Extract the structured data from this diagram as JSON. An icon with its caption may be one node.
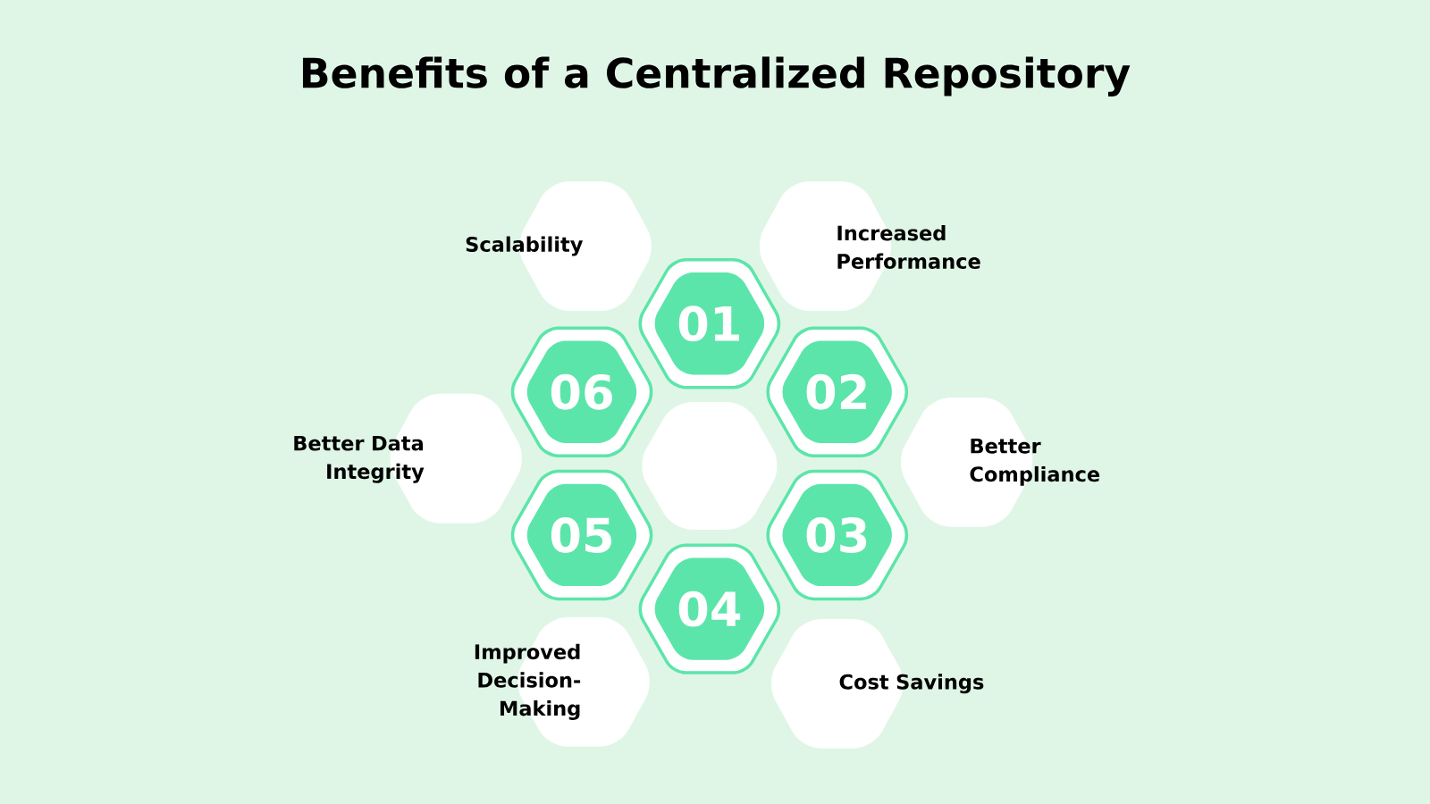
{
  "diagram": {
    "title": "Benefits of a Centralized Repository",
    "nodes": [
      {
        "text": [
          "Scalability"
        ]
      },
      {
        "text": [
          "01"
        ]
      },
      {
        "text": [
          "Increased Performance"
        ]
      },
      {
        "text": [
          "06"
        ]
      },
      {
        "text": [
          "02"
        ]
      },
      {
        "text": [
          "Better Data Integrity"
        ]
      },
      {
        "text": [],
        "shape": "hexagon"
      },
      {
        "text": [
          "Better Compliance"
        ]
      },
      {
        "text": [
          "05"
        ]
      },
      {
        "text": [
          "03"
        ]
      },
      {
        "text": [
          "Improved Decision-Making"
        ]
      },
      {
        "text": [
          "04"
        ]
      },
      {
        "text": [
          "Cost Savings"
        ]
      }
    ]
  }
}
